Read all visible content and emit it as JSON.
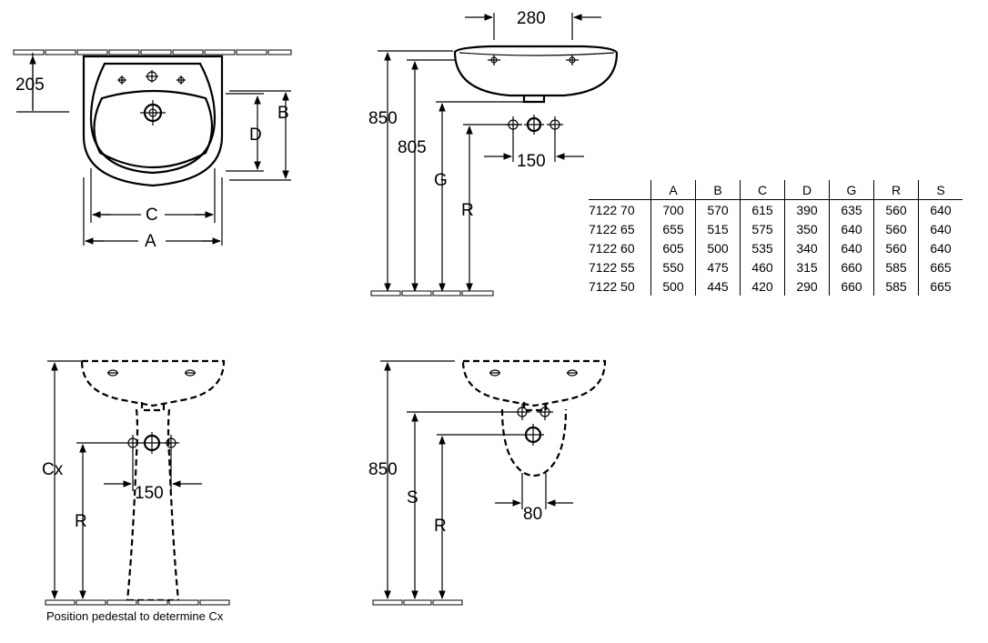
{
  "dimension_labels": {
    "top_width": "280",
    "wall_offset": "205",
    "basin_height": "850",
    "overflow_height": "805",
    "tap_spacing_side": "150",
    "tap_spacing_pedestal": "150",
    "trap_width": "80",
    "pedestal_basin_height": "850",
    "letter_a": "A",
    "letter_b": "B",
    "letter_c": "C",
    "letter_d": "D",
    "letter_g": "G",
    "letter_r_side": "R",
    "letter_r_pedestal": "R",
    "letter_r_trap": "R",
    "letter_s": "S",
    "letter_cx": "Cx"
  },
  "table": {
    "headers": [
      "",
      "A",
      "B",
      "C",
      "D",
      "G",
      "R",
      "S"
    ],
    "rows": [
      [
        "7122 70",
        "700",
        "570",
        "615",
        "390",
        "635",
        "560",
        "640"
      ],
      [
        "7122 65",
        "655",
        "515",
        "575",
        "350",
        "640",
        "560",
        "640"
      ],
      [
        "7122 60",
        "605",
        "500",
        "535",
        "340",
        "640",
        "560",
        "640"
      ],
      [
        "7122 55",
        "550",
        "475",
        "460",
        "315",
        "660",
        "585",
        "665"
      ],
      [
        "7122 50",
        "500",
        "445",
        "420",
        "290",
        "660",
        "585",
        "665"
      ]
    ]
  },
  "note": "Position pedestal to determine Cx"
}
